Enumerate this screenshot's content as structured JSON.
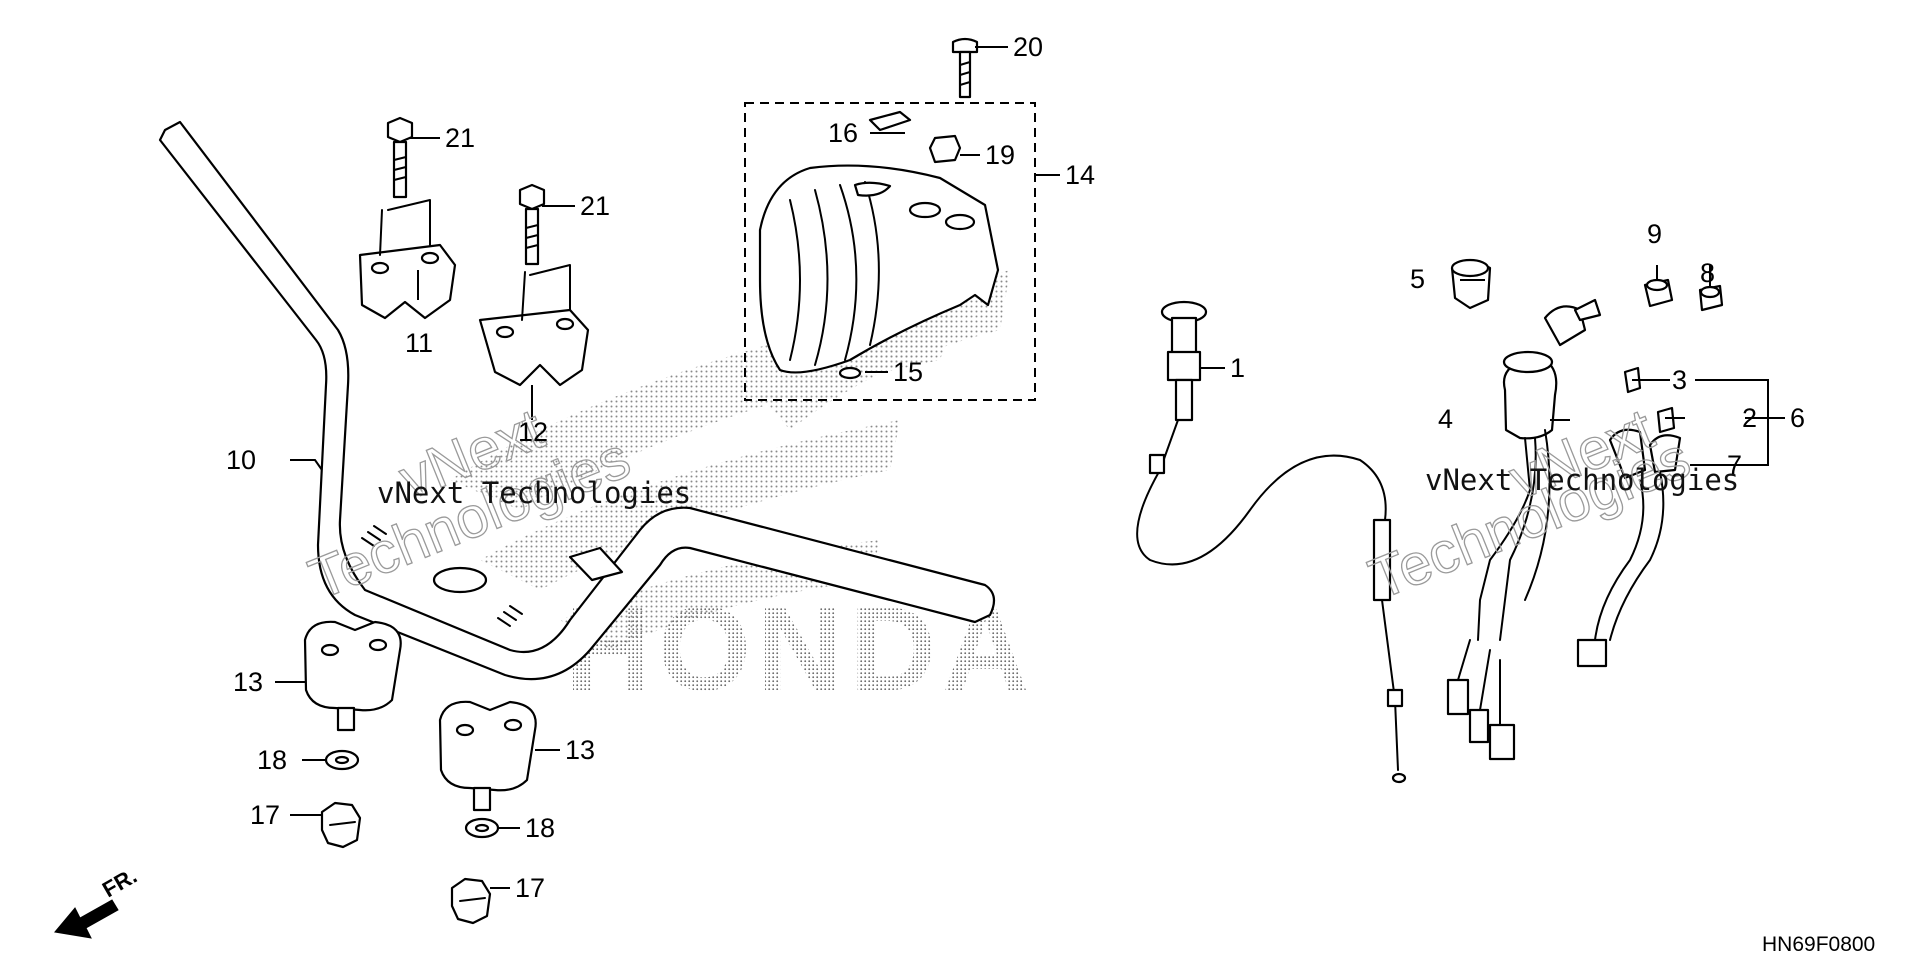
{
  "diagram": {
    "drawing_code": "HN69F0800",
    "front_indicator": "FR.",
    "watermark": {
      "company_line": "vNext Technologies",
      "stacked_top": "vNext",
      "stacked_bottom": "Technologies"
    },
    "brand_watermark": "HONDA",
    "callouts": [
      {
        "id": "c1",
        "number": "1"
      },
      {
        "id": "c2",
        "number": "2"
      },
      {
        "id": "c3",
        "number": "3"
      },
      {
        "id": "c4",
        "number": "4"
      },
      {
        "id": "c5",
        "number": "5"
      },
      {
        "id": "c6",
        "number": "6"
      },
      {
        "id": "c7",
        "number": "7"
      },
      {
        "id": "c8",
        "number": "8"
      },
      {
        "id": "c9",
        "number": "9"
      },
      {
        "id": "c10",
        "number": "10"
      },
      {
        "id": "c11",
        "number": "11"
      },
      {
        "id": "c12",
        "number": "12"
      },
      {
        "id": "c13a",
        "number": "13"
      },
      {
        "id": "c13b",
        "number": "13"
      },
      {
        "id": "c14",
        "number": "14"
      },
      {
        "id": "c15",
        "number": "15"
      },
      {
        "id": "c16",
        "number": "16"
      },
      {
        "id": "c17a",
        "number": "17"
      },
      {
        "id": "c17b",
        "number": "17"
      },
      {
        "id": "c18a",
        "number": "18"
      },
      {
        "id": "c18b",
        "number": "18"
      },
      {
        "id": "c19",
        "number": "19"
      },
      {
        "id": "c20",
        "number": "20"
      },
      {
        "id": "c21a",
        "number": "21"
      },
      {
        "id": "c21b",
        "number": "21"
      }
    ]
  }
}
